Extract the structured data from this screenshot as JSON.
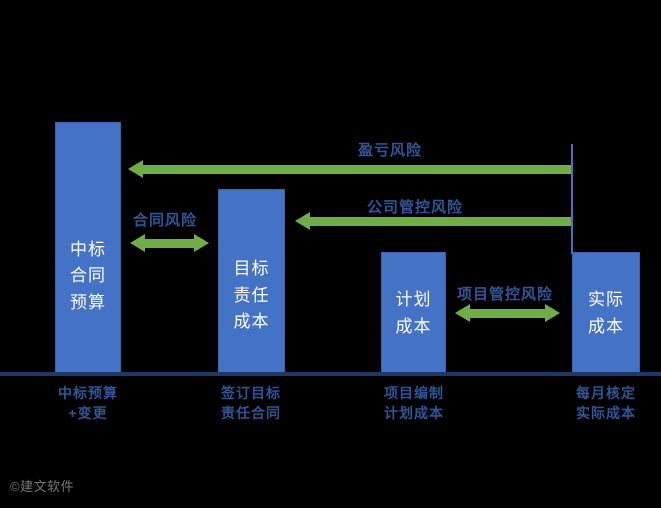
{
  "chart_data": {
    "type": "bar",
    "title": "",
    "xlabel": "",
    "ylabel": "",
    "grid": false,
    "legend": "none",
    "background_color": "#000000",
    "bar_color": "#4472c4",
    "arrow_color": "#70ad47",
    "label_color": "#2f5597",
    "baseline_color": "#1f3864",
    "categories": [
      "中标预算\n+变更",
      "签订目标\n责任合同",
      "项目编制\n计划成本",
      "每月核定\n实际成本"
    ],
    "values": [
      251,
      184,
      121,
      121
    ],
    "value_unit": "px (relative cost magnitude)",
    "ylim": [
      0,
      260
    ],
    "annotations": [
      "盈亏风险",
      "公司管控风险",
      "合同风险",
      "项目管控风险"
    ]
  },
  "bars": [
    {
      "name": "bid-contract-budget",
      "lines": [
        "中标",
        "合同",
        "预算"
      ],
      "line1": "中标",
      "line2": "合同",
      "line3": "预算",
      "value": 251
    },
    {
      "name": "target-responsibility-cost",
      "lines": [
        "目标",
        "责任",
        "成本"
      ],
      "line1": "目标",
      "line2": "责任",
      "line3": "成本",
      "value": 184
    },
    {
      "name": "planned-cost",
      "lines": [
        "计划",
        "成本"
      ],
      "line1": "计划",
      "line2": "成本",
      "value": 121
    },
    {
      "name": "actual-cost",
      "lines": [
        "实际",
        "成本"
      ],
      "line1": "实际",
      "line2": "成本",
      "value": 121
    }
  ],
  "axis_labels": [
    {
      "line1": "中标预算",
      "line2": "+变更"
    },
    {
      "line1": "签订目标",
      "line2": "责任合同"
    },
    {
      "line1": "项目编制",
      "line2": "计划成本"
    },
    {
      "line1": "每月核定",
      "line2": "实际成本"
    }
  ],
  "arrows": [
    {
      "name": "profit-loss-risk",
      "label": "盈亏风险",
      "direction": "left",
      "from": "actual-cost",
      "to": "bid-contract-budget"
    },
    {
      "name": "company-control-risk",
      "label": "公司管控风险",
      "direction": "left",
      "from": "actual-cost",
      "to": "target-responsibility-cost"
    },
    {
      "name": "contract-risk",
      "label": "合同风险",
      "direction": "both",
      "from": "bid-contract-budget",
      "to": "target-responsibility-cost"
    },
    {
      "name": "project-control-risk",
      "label": "项目管控风险",
      "direction": "both",
      "from": "planned-cost",
      "to": "actual-cost"
    }
  ],
  "watermark": {
    "text": "©建文软件"
  }
}
